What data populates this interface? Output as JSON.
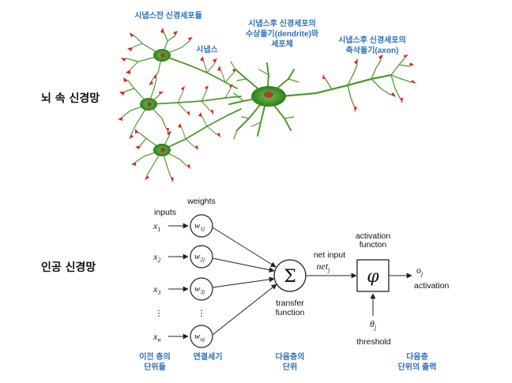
{
  "bio": {
    "section_label": "뇌 속 신경망",
    "presyn_label": "시냅스전 신경세포들",
    "synapse_label": "시냅스",
    "postsyn_body_line1": "시냅스후 신경세포의",
    "postsyn_body_line2": "수상돌기(dendrite)와",
    "postsyn_body_line3": "세포체",
    "postsyn_axon_line1": "시냅스후 신경세포의",
    "postsyn_axon_line2": "축삭돌기(axon)"
  },
  "ann": {
    "section_label": "인공 신경망",
    "inputs_label": "inputs",
    "weights_label": "weights",
    "inputs": [
      {
        "base": "x",
        "sub": "1"
      },
      {
        "base": "x",
        "sub": "2"
      },
      {
        "base": "x",
        "sub": "3"
      },
      {
        "base": "x",
        "sub": "n"
      }
    ],
    "weights": [
      {
        "base": "w",
        "sub": "1j"
      },
      {
        "base": "w",
        "sub": "2j"
      },
      {
        "base": "w",
        "sub": "3j"
      },
      {
        "base": "w",
        "sub": "nj"
      }
    ],
    "ellipsis": "⋮",
    "sum_symbol": "Σ",
    "net_input_label": "net input",
    "net_symbol": "net",
    "net_sub": "j",
    "transfer_line1": "transfer",
    "transfer_line2": "function",
    "activation_title_line1": "activation",
    "activation_title_line2": "functon",
    "phi_symbol": "φ",
    "output_symbol": "o",
    "output_sub": "j",
    "output_label": "activation",
    "theta_symbol": "θ",
    "theta_sub": "j",
    "threshold_label": "threshold",
    "cap_prev_line1": "이전 층의",
    "cap_prev_line2": "단위들",
    "cap_weights": "연결세기",
    "cap_next_line1": "다음층의",
    "cap_next_line2": "단위",
    "cap_out_line1": "다음층",
    "cap_out_line2": "단위의 출력"
  },
  "colors": {
    "caption_blue": "#2f6fbf",
    "neuron_green": "#4c9a2a",
    "terminal_red": "#e02424"
  }
}
